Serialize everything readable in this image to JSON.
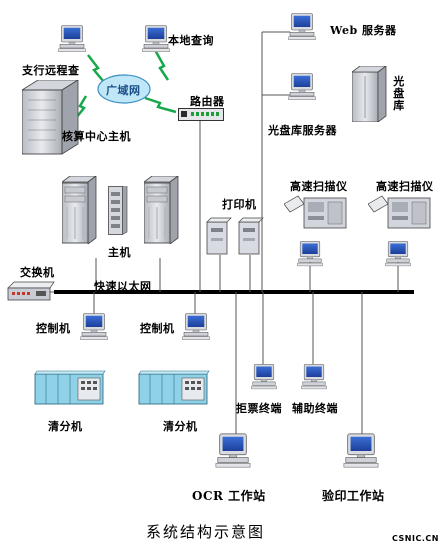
{
  "diagram": {
    "labels": {
      "branch_remote": "支行远程查",
      "local_query": "本地查询",
      "wan": "广域网",
      "router": "路由器",
      "accounting_host": "核算中心主机",
      "web_server": "Web 服务器",
      "optical_server": "光盘库服务器",
      "optical_library": "光盘库",
      "printer": "打印机",
      "host": "主机",
      "scanner_1": "高速扫描仪",
      "scanner_2": "高速扫描仪",
      "switch": "交换机",
      "ethernet": "快速以太网",
      "controller_1": "控制机",
      "controller_2": "控制机",
      "sorter_1": "清分机",
      "sorter_2": "清分机",
      "reject_terminal": "拒票终端",
      "aux_terminal": "辅助终端",
      "ocr_station": "OCR 工作站",
      "seal_station": "验印工作站",
      "caption": "系统结构示意图",
      "watermark": "CSNIC.CN"
    }
  }
}
